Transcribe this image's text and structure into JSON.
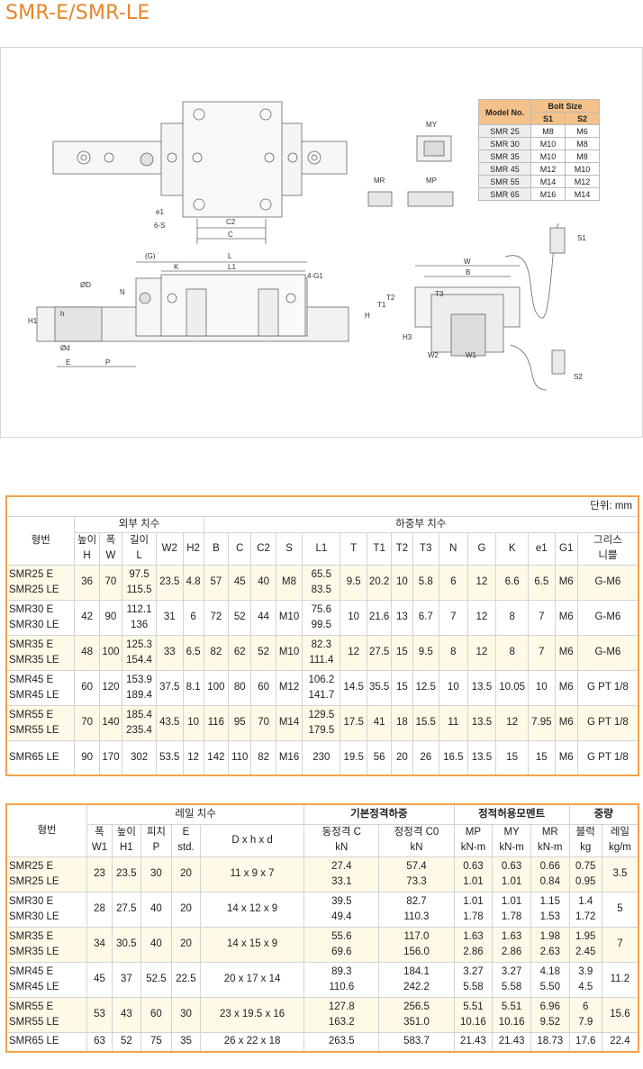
{
  "title": "SMR-E/SMR-LE",
  "bolt_table": {
    "model_label": "Model No.",
    "bolt_size_label": "Bolt Size",
    "s1_label": "S1",
    "s2_label": "S2",
    "rows": [
      {
        "model": "SMR 25",
        "s1": "M8",
        "s2": "M6"
      },
      {
        "model": "SMR 30",
        "s1": "M10",
        "s2": "M8"
      },
      {
        "model": "SMR 35",
        "s1": "M10",
        "s2": "M8"
      },
      {
        "model": "SMR 45",
        "s1": "M12",
        "s2": "M10"
      },
      {
        "model": "SMR 55",
        "s1": "M14",
        "s2": "M12"
      },
      {
        "model": "SMR 65",
        "s1": "M16",
        "s2": "M14"
      }
    ]
  },
  "drawing_labels": {
    "e1": "e1",
    "six_s": "6-S",
    "c2": "C2",
    "c": "C",
    "my": "MY",
    "mr": "MR",
    "mp": "MP",
    "g": "(G)",
    "l": "L",
    "l1": "L1",
    "k": "K",
    "four_g1": "4-G1",
    "n": "N",
    "phi_D": "ØD",
    "h": "h",
    "h1": "H1",
    "phi_d": "Ød",
    "e": "E",
    "p": "P",
    "w": "W",
    "b": "B",
    "t2": "T2",
    "t1": "T1",
    "t3": "T3",
    "h_big": "H",
    "h3": "H3",
    "w2": "W2",
    "w1": "W1",
    "s1": "S1",
    "s2": "S2"
  },
  "table1": {
    "unit": "단위: mm",
    "model_header": "형번",
    "outer_header": "외부 치수",
    "load_header": "하중부 치수",
    "cols": [
      "높이\nH",
      "폭\nW",
      "길이\nL",
      "W2",
      "H2",
      "B",
      "C",
      "C2",
      "S",
      "L1",
      "T",
      "T1",
      "T2",
      "T3",
      "N",
      "G",
      "K",
      "e1",
      "G1",
      "그리스\n니쁠"
    ],
    "rows": [
      {
        "model": "SMR25 E\nSMR25 LE",
        "H": "36",
        "W": "70",
        "L": "97.5\n115.5",
        "W2": "23.5",
        "H2": "4.8",
        "B": "57",
        "C": "45",
        "C2": "40",
        "S": "M8",
        "L1": "65.5\n83.5",
        "T": "9.5",
        "T1": "20.2",
        "T2": "10",
        "T3": "5.8",
        "N": "6",
        "G": "12",
        "K": "6.6",
        "e1": "6.5",
        "G1": "M6",
        "grease": "G-M6"
      },
      {
        "model": "SMR30 E\nSMR30 LE",
        "H": "42",
        "W": "90",
        "L": "112.1\n136",
        "W2": "31",
        "H2": "6",
        "B": "72",
        "C": "52",
        "C2": "44",
        "S": "M10",
        "L1": "75.6\n99.5",
        "T": "10",
        "T1": "21.6",
        "T2": "13",
        "T3": "6.7",
        "N": "7",
        "G": "12",
        "K": "8",
        "e1": "7",
        "G1": "M6",
        "grease": "G-M6"
      },
      {
        "model": "SMR35 E\nSMR35 LE",
        "H": "48",
        "W": "100",
        "L": "125.3\n154.4",
        "W2": "33",
        "H2": "6.5",
        "B": "82",
        "C": "62",
        "C2": "52",
        "S": "M10",
        "L1": "82.3\n111.4",
        "T": "12",
        "T1": "27.5",
        "T2": "15",
        "T3": "9.5",
        "N": "8",
        "G": "12",
        "K": "8",
        "e1": "7",
        "G1": "M6",
        "grease": "G-M6"
      },
      {
        "model": "SMR45 E\nSMR45 LE",
        "H": "60",
        "W": "120",
        "L": "153.9\n189.4",
        "W2": "37.5",
        "H2": "8.1",
        "B": "100",
        "C": "80",
        "C2": "60",
        "S": "M12",
        "L1": "106.2\n141.7",
        "T": "14.5",
        "T1": "35.5",
        "T2": "15",
        "T3": "12.5",
        "N": "10",
        "G": "13.5",
        "K": "10.05",
        "e1": "10",
        "G1": "M6",
        "grease": "G PT 1/8"
      },
      {
        "model": "SMR55 E\nSMR55 LE",
        "H": "70",
        "W": "140",
        "L": "185.4\n235.4",
        "W2": "43.5",
        "H2": "10",
        "B": "116",
        "C": "95",
        "C2": "70",
        "S": "M14",
        "L1": "129.5\n179.5",
        "T": "17.5",
        "T1": "41",
        "T2": "18",
        "T3": "15.5",
        "N": "11",
        "G": "13.5",
        "K": "12",
        "e1": "7.95",
        "G1": "M6",
        "grease": "G PT 1/8"
      },
      {
        "model": "SMR65 LE",
        "H": "90",
        "W": "170",
        "L": "302",
        "W2": "53.5",
        "H2": "12",
        "B": "142",
        "C": "110",
        "C2": "82",
        "S": "M16",
        "L1": "230",
        "T": "19.5",
        "T1": "56",
        "T2": "20",
        "T3": "26",
        "N": "16.5",
        "G": "13.5",
        "K": "15",
        "e1": "15",
        "G1": "M6",
        "grease": "G PT 1/8"
      }
    ]
  },
  "table2": {
    "model_header": "형번",
    "rail_header": "레일 치수",
    "basic_header": "기본정격하중",
    "moment_header": "정적허용모멘트",
    "weight_header": "중량",
    "cols": [
      "폭\nW1",
      "높이\nH1",
      "피치\nP",
      "E\nstd.",
      "D x h x d",
      "동정격 C\nkN",
      "정정격 C0\nkN",
      "MP\nkN-m",
      "MY\nkN-m",
      "MR\nkN-m",
      "블럭\nkg",
      "레일\nkg/m"
    ],
    "rows": [
      {
        "model": "SMR25 E\nSMR25 LE",
        "W1": "23",
        "H1": "23.5",
        "P": "30",
        "E": "20",
        "Dhd": "11 x 9 x 7",
        "C": "27.4\n33.1",
        "C0": "57.4\n73.3",
        "MP": "0.63\n1.01",
        "MY": "0.63\n1.01",
        "MR": "0.66\n0.84",
        "block": "0.75\n0.95",
        "rail": "3.5"
      },
      {
        "model": "SMR30 E\nSMR30 LE",
        "W1": "28",
        "H1": "27.5",
        "P": "40",
        "E": "20",
        "Dhd": "14 x 12 x 9",
        "C": "39.5\n49.4",
        "C0": "82.7\n110.3",
        "MP": "1.01\n1.78",
        "MY": "1.01\n1.78",
        "MR": "1.15\n1.53",
        "block": "1.4\n1.72",
        "rail": "5"
      },
      {
        "model": "SMR35 E\nSMR35 LE",
        "W1": "34",
        "H1": "30.5",
        "P": "40",
        "E": "20",
        "Dhd": "14 x 15 x 9",
        "C": "55.6\n69.6",
        "C0": "117.0\n156.0",
        "MP": "1.63\n2.86",
        "MY": "1.63\n2.86",
        "MR": "1.98\n2.63",
        "block": "1.95\n2.45",
        "rail": "7"
      },
      {
        "model": "SMR45 E\nSMR45 LE",
        "W1": "45",
        "H1": "37",
        "P": "52.5",
        "E": "22.5",
        "Dhd": "20 x 17 x 14",
        "C": "89.3\n110.6",
        "C0": "184.1\n242.2",
        "MP": "3.27\n5.58",
        "MY": "3.27\n5.58",
        "MR": "4.18\n5.50",
        "block": "3.9\n4.5",
        "rail": "11.2"
      },
      {
        "model": "SMR55 E\nSMR55 LE",
        "W1": "53",
        "H1": "43",
        "P": "60",
        "E": "30",
        "Dhd": "23 x 19.5 x 16",
        "C": "127.8\n163.2",
        "C0": "256.5\n351.0",
        "MP": "5.51\n10.16",
        "MY": "5.51\n10.16",
        "MR": "6.96\n9.52",
        "block": "6\n7.9",
        "rail": "15.6"
      },
      {
        "model": "SMR65 LE",
        "W1": "63",
        "H1": "52",
        "P": "75",
        "E": "35",
        "Dhd": "26 x 22 x 18",
        "C": "263.5",
        "C0": "583.7",
        "MP": "21.43",
        "MY": "21.43",
        "MR": "18.73",
        "block": "17.6",
        "rail": "22.4"
      }
    ]
  }
}
